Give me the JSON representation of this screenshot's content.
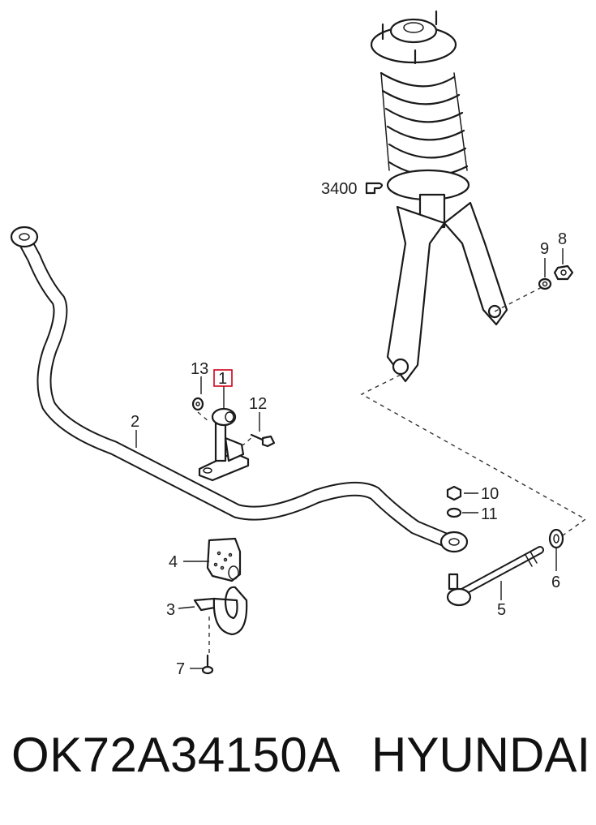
{
  "diagram": {
    "callouts": {
      "c3400": "3400",
      "c1": "1",
      "c2": "2",
      "c3": "3",
      "c4": "4",
      "c5": "5",
      "c6": "6",
      "c7": "7",
      "c8": "8",
      "c9": "9",
      "c10": "10",
      "c11": "11",
      "c12": "12",
      "c13": "13"
    },
    "highlight_color": "#d0021b"
  },
  "caption": {
    "part_number": "OK72A34150A",
    "brand": "HYUNDAI"
  }
}
